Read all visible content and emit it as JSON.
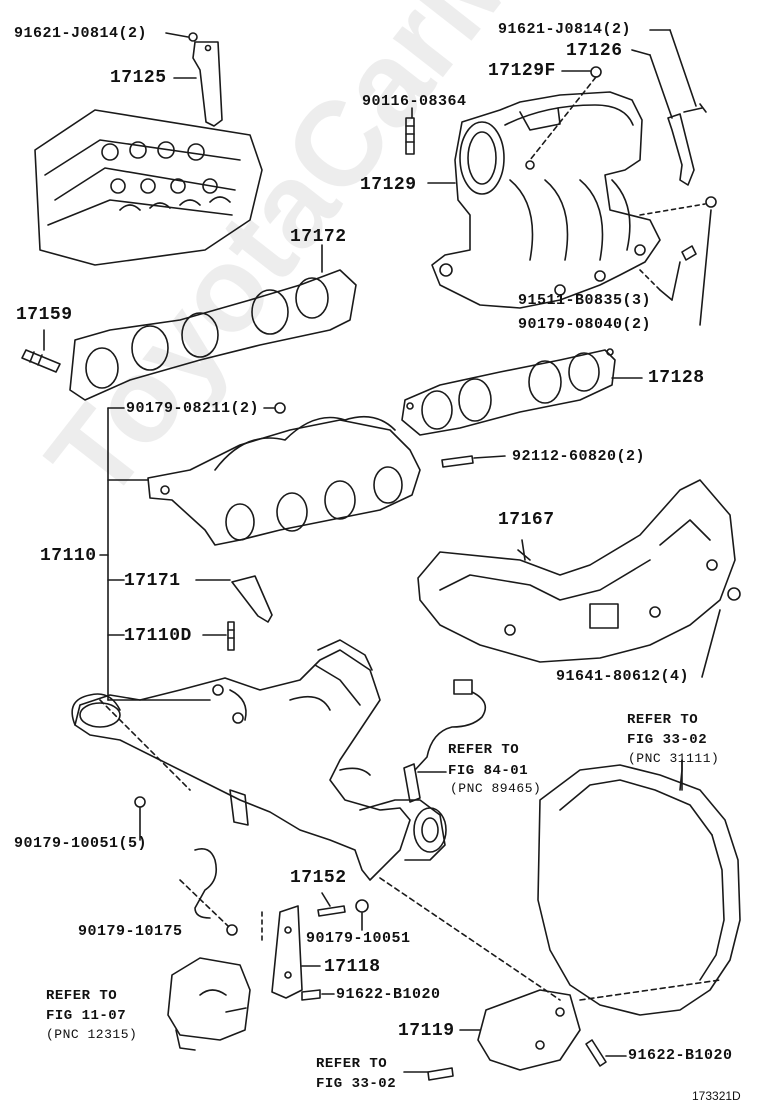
{
  "watermark": "ToyotaCarMirror.ru",
  "diagram_code": "173321D",
  "parts": {
    "p91621_top_left": "91621-J0814(2)",
    "p17125": "17125",
    "p91621_top_right": "91621-J0814(2)",
    "p17126": "17126",
    "p17129F": "17129F",
    "p90116": "90116-08364",
    "p17129": "17129",
    "p17172": "17172",
    "p91511": "91511-B0835(3)",
    "p90179_08040": "90179-08040(2)",
    "p17159": "17159",
    "p17128": "17128",
    "p90179_08211": "90179-08211(2)",
    "p92112": "92112-60820(2)",
    "p17167": "17167",
    "p17110": "17110",
    "p17171": "17171",
    "p17110D": "17110D",
    "p91641": "91641-80612(4)",
    "p90179_10051_5": "90179-10051(5)",
    "p17152": "17152",
    "p90179_10175": "90179-10175",
    "p90179_10051": "90179-10051",
    "p17118": "17118",
    "p91622_left": "91622-B1020",
    "p17119": "17119",
    "p91622_right": "91622-B1020"
  },
  "references": {
    "ref_84_01": {
      "line1": "REFER TO",
      "line2": "FIG 84-01",
      "pnc": "(PNC 89465)"
    },
    "ref_33_02_top": {
      "line1": "REFER TO",
      "line2": "FIG 33-02",
      "pnc": "(PNC 31111)"
    },
    "ref_11_07": {
      "line1": "REFER TO",
      "line2": "FIG 11-07",
      "pnc": "(PNC 12315)"
    },
    "ref_33_02_bottom": {
      "line1": "REFER TO",
      "line2": "FIG 33-02"
    }
  }
}
